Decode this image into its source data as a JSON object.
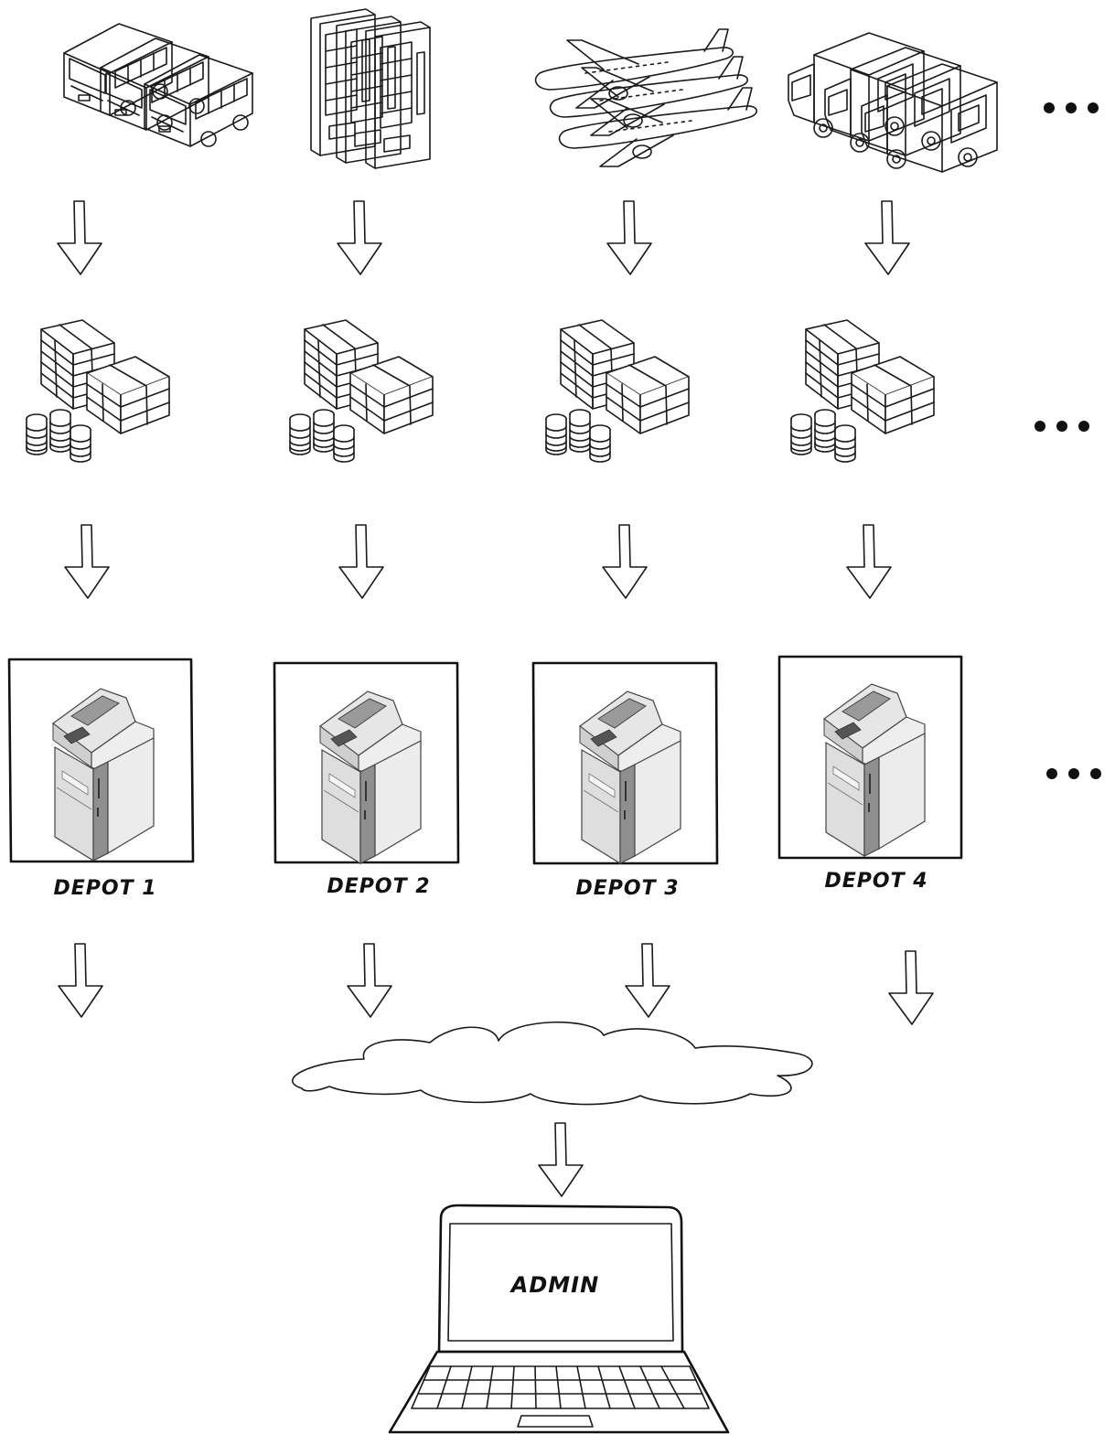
{
  "sources": [
    {
      "icon": "bus-fleet-icon"
    },
    {
      "icon": "vending-machines-icon"
    },
    {
      "icon": "airplanes-icon"
    },
    {
      "icon": "trucks-icon"
    }
  ],
  "depots": [
    {
      "label": "DEPOT 1",
      "icon": "cash-deposit-machine-icon"
    },
    {
      "label": "DEPOT 2",
      "icon": "cash-deposit-machine-icon"
    },
    {
      "label": "DEPOT 3",
      "icon": "cash-deposit-machine-icon"
    },
    {
      "label": "DEPOT 4",
      "icon": "cash-deposit-machine-icon"
    }
  ],
  "cash_icon": "cash-stack-icon",
  "cloud_icon": "cloud-icon",
  "laptop": {
    "screen_label": "ADMIN",
    "icon": "laptop-icon"
  },
  "ellipsis_icon": "ellipsis-icon",
  "colors": {
    "ink": "#1a1a1a",
    "background": "#ffffff",
    "machine_gray": "#d8d8d8",
    "machine_dark": "#8a8a8a"
  }
}
